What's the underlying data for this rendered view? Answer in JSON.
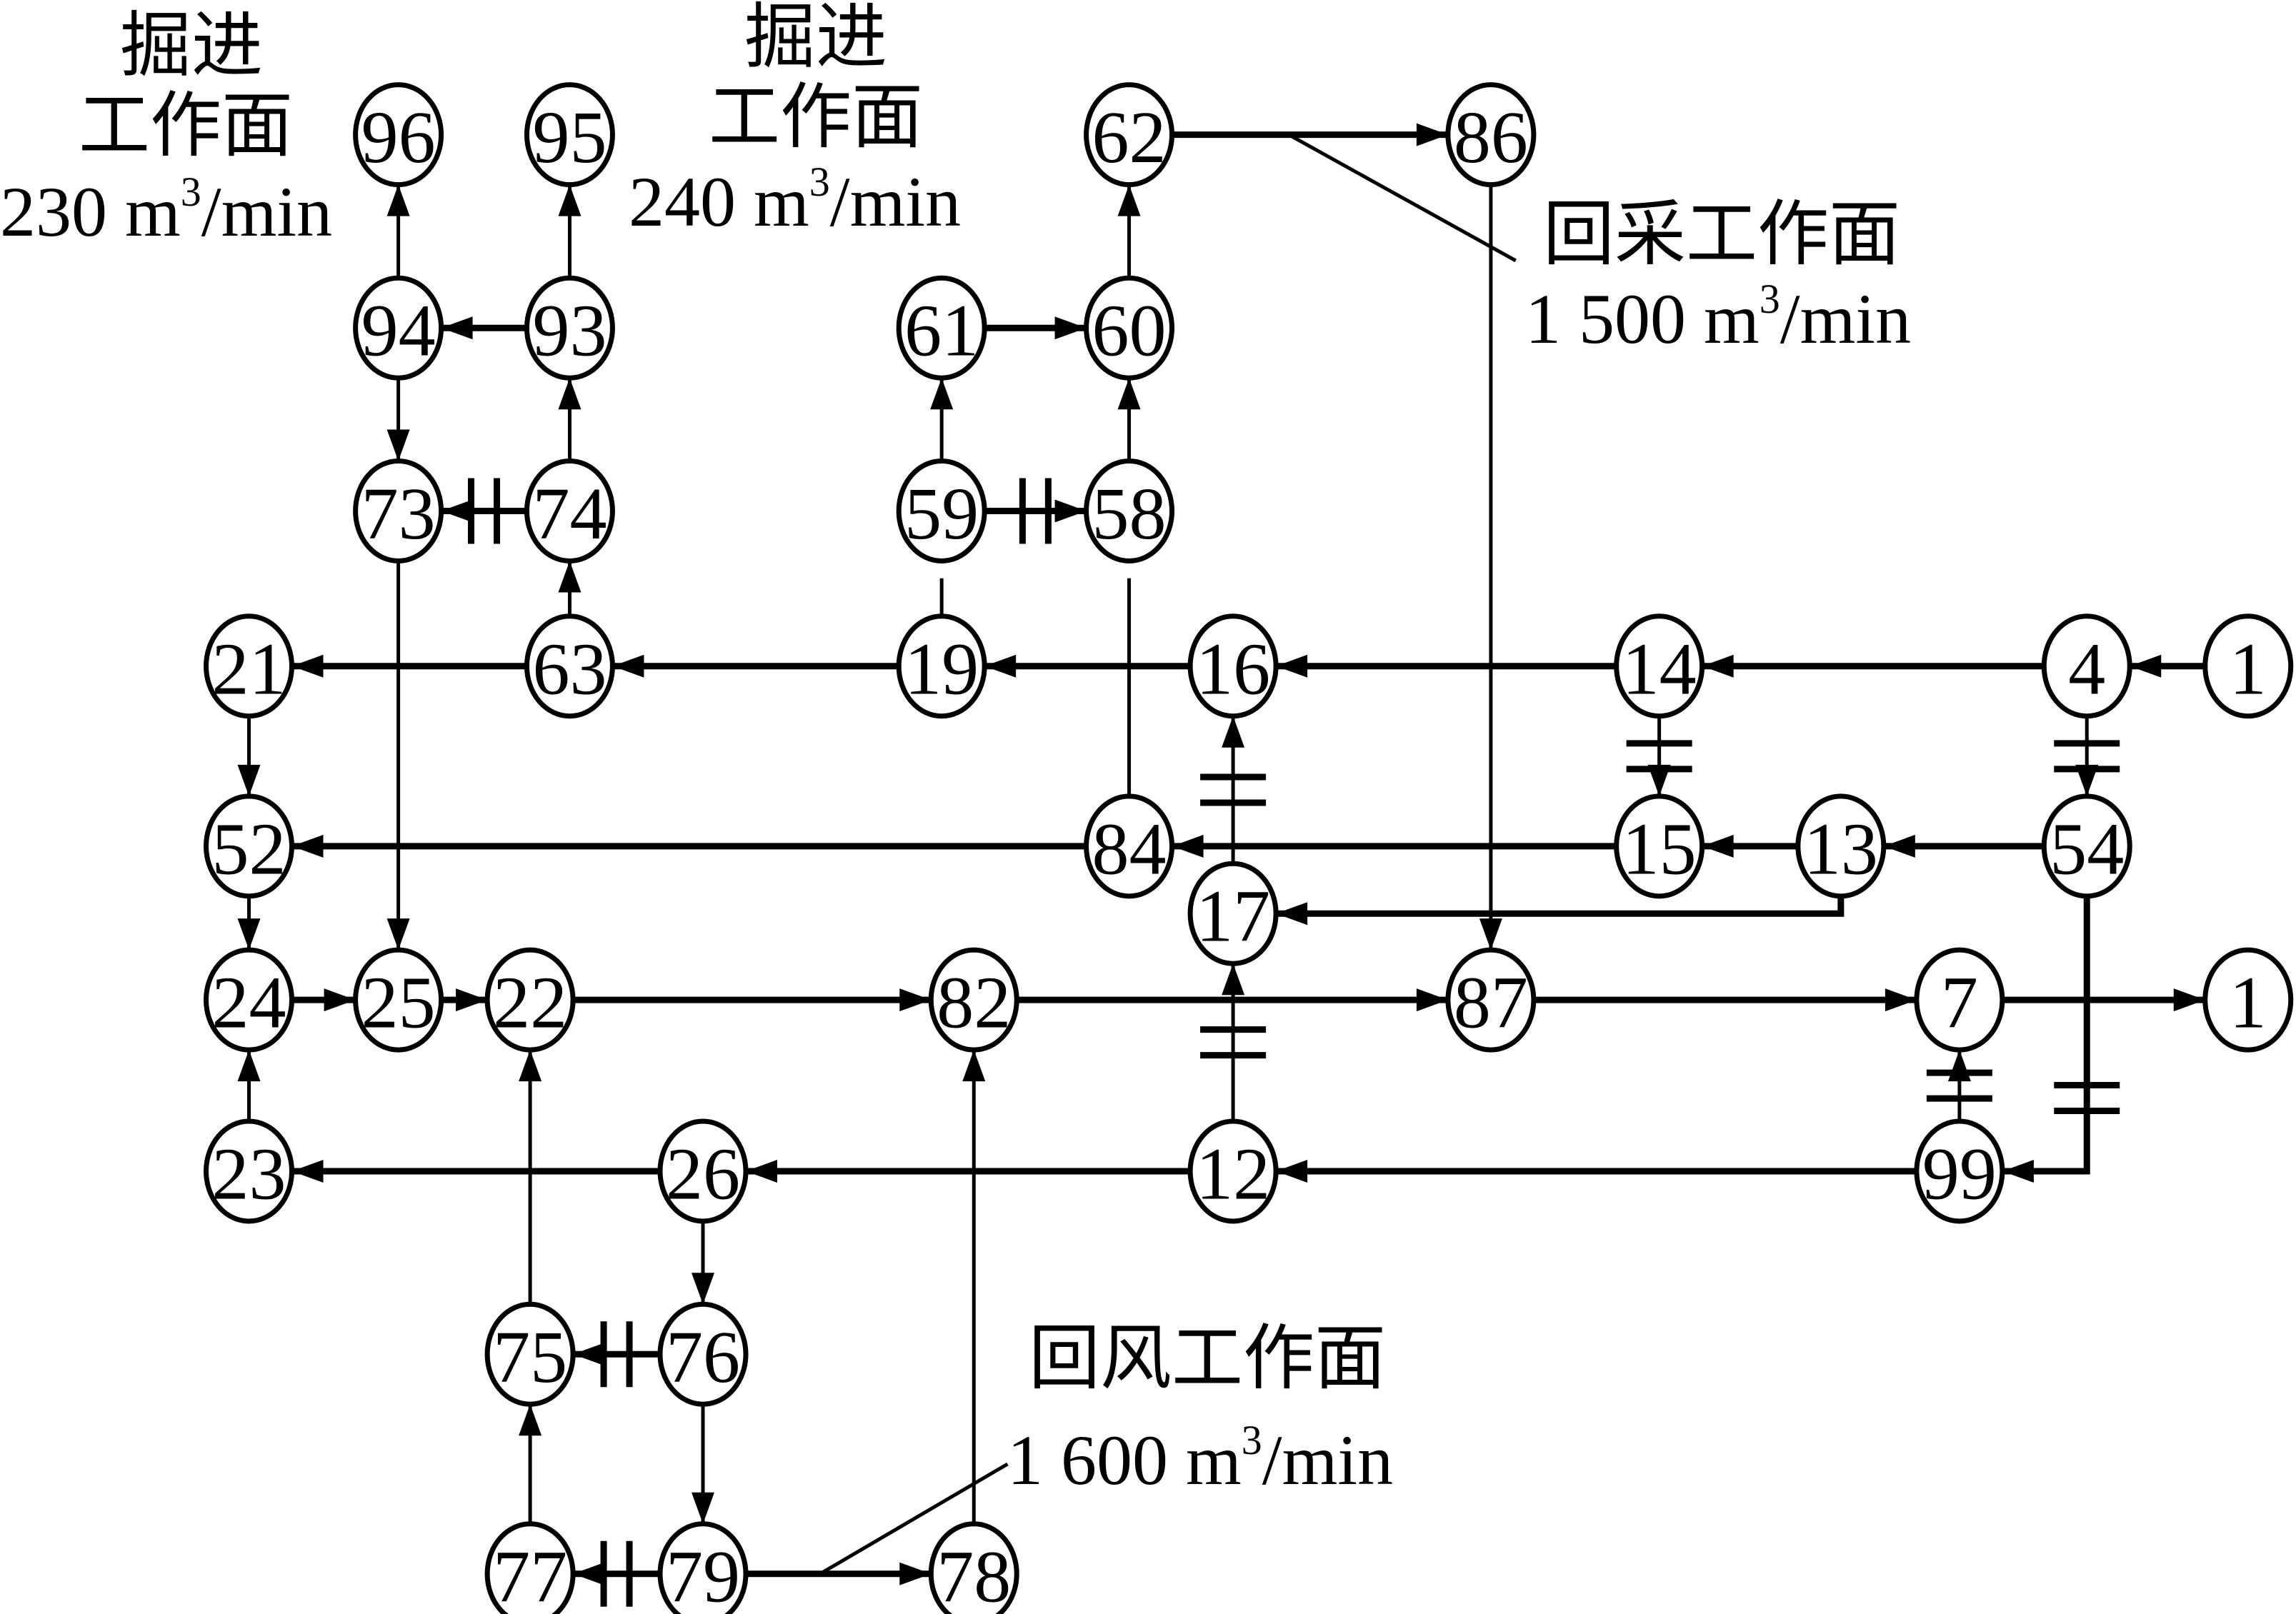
{
  "diagram": {
    "title": "Mine ventilation network topology",
    "colors": {
      "line": "#000000",
      "background": "#ffffff"
    },
    "nodes": [
      {
        "id": "n96",
        "label": "96"
      },
      {
        "id": "n95",
        "label": "95"
      },
      {
        "id": "n62",
        "label": "62"
      },
      {
        "id": "n86",
        "label": "86"
      },
      {
        "id": "n94",
        "label": "94"
      },
      {
        "id": "n93",
        "label": "93"
      },
      {
        "id": "n61",
        "label": "61"
      },
      {
        "id": "n60",
        "label": "60"
      },
      {
        "id": "n73",
        "label": "73"
      },
      {
        "id": "n74",
        "label": "74"
      },
      {
        "id": "n59",
        "label": "59"
      },
      {
        "id": "n58",
        "label": "58"
      },
      {
        "id": "n21",
        "label": "21"
      },
      {
        "id": "n63",
        "label": "63"
      },
      {
        "id": "n19",
        "label": "19"
      },
      {
        "id": "n16",
        "label": "16"
      },
      {
        "id": "n14",
        "label": "14"
      },
      {
        "id": "n4",
        "label": "4"
      },
      {
        "id": "n1a",
        "label": "1"
      },
      {
        "id": "n52",
        "label": "52"
      },
      {
        "id": "n84",
        "label": "84"
      },
      {
        "id": "n15",
        "label": "15"
      },
      {
        "id": "n13",
        "label": "13"
      },
      {
        "id": "n54",
        "label": "54"
      },
      {
        "id": "n17",
        "label": "17"
      },
      {
        "id": "n24",
        "label": "24"
      },
      {
        "id": "n25",
        "label": "25"
      },
      {
        "id": "n22",
        "label": "22"
      },
      {
        "id": "n82",
        "label": "82"
      },
      {
        "id": "n87",
        "label": "87"
      },
      {
        "id": "n7",
        "label": "7"
      },
      {
        "id": "n1b",
        "label": "1"
      },
      {
        "id": "n23",
        "label": "23"
      },
      {
        "id": "n26",
        "label": "26"
      },
      {
        "id": "n12",
        "label": "12"
      },
      {
        "id": "n99",
        "label": "99"
      },
      {
        "id": "n75",
        "label": "75"
      },
      {
        "id": "n76",
        "label": "76"
      },
      {
        "id": "n77",
        "label": "77"
      },
      {
        "id": "n79",
        "label": "79"
      },
      {
        "id": "n78",
        "label": "78"
      }
    ],
    "edges": [
      {
        "from": "n1a",
        "to": "n4",
        "arrow": true
      },
      {
        "from": "n4",
        "to": "n14",
        "arrow": true
      },
      {
        "from": "n14",
        "to": "n16",
        "arrow": true
      },
      {
        "from": "n16",
        "to": "n19",
        "arrow": true
      },
      {
        "from": "n19",
        "to": "n63",
        "arrow": true
      },
      {
        "from": "n63",
        "to": "n21",
        "arrow": true
      },
      {
        "from": "n21",
        "to": "n52",
        "arrow": true
      },
      {
        "from": "n52",
        "to": "n24",
        "arrow": true
      },
      {
        "from": "n23",
        "to": "n24",
        "arrow": true
      },
      {
        "from": "n24",
        "to": "n25",
        "arrow": true
      },
      {
        "from": "n25",
        "to": "n22",
        "arrow": true
      },
      {
        "from": "n22",
        "to": "n82",
        "arrow": true
      },
      {
        "from": "n82",
        "to": "n87",
        "arrow": true
      },
      {
        "from": "n87",
        "to": "n7",
        "arrow": true
      },
      {
        "from": "n7",
        "to": "n1b",
        "arrow": true
      },
      {
        "from": "n4",
        "to": "n54",
        "arrow": true,
        "regulator": true
      },
      {
        "from": "n14",
        "to": "n15",
        "arrow": true,
        "regulator": true
      },
      {
        "from": "n54",
        "to": "n13",
        "arrow": true
      },
      {
        "from": "n13",
        "to": "n15",
        "arrow": true
      },
      {
        "from": "n15",
        "to": "n84",
        "arrow": true
      },
      {
        "from": "n84",
        "to": "n52",
        "arrow": true
      },
      {
        "from": "n13",
        "to": "n17",
        "arrow": true
      },
      {
        "from": "n17",
        "to": "n16",
        "arrow": true,
        "regulator": true
      },
      {
        "from": "n12",
        "to": "n17",
        "arrow": true,
        "regulator": true
      },
      {
        "from": "n99",
        "to": "n12",
        "arrow": true
      },
      {
        "from": "n12",
        "to": "n26",
        "arrow": true
      },
      {
        "from": "n26",
        "to": "n23",
        "arrow": true
      },
      {
        "from": "n54",
        "to": "n99",
        "arrow": true,
        "regulator": true
      },
      {
        "from": "n99",
        "to": "n7",
        "arrow": true,
        "regulator": true
      },
      {
        "from": "n26",
        "to": "n76",
        "arrow": true
      },
      {
        "from": "n76",
        "to": "n75",
        "arrow": true,
        "regulator": true
      },
      {
        "from": "n75",
        "to": "n22",
        "arrow": true
      },
      {
        "from": "n76",
        "to": "n79",
        "arrow": true
      },
      {
        "from": "n77",
        "to": "n75",
        "arrow": true
      },
      {
        "from": "n79",
        "to": "n77",
        "arrow": true,
        "regulator": true
      },
      {
        "from": "n79",
        "to": "n78",
        "arrow": true
      },
      {
        "from": "n78",
        "to": "n82",
        "arrow": true
      },
      {
        "from": "n63",
        "to": "n74",
        "arrow": true
      },
      {
        "from": "n74",
        "to": "n73",
        "arrow": true,
        "regulator": true
      },
      {
        "from": "n74",
        "to": "n93",
        "arrow": true
      },
      {
        "from": "n93",
        "to": "n94",
        "arrow": true
      },
      {
        "from": "n93",
        "to": "n95",
        "arrow": true
      },
      {
        "from": "n94",
        "to": "n96",
        "arrow": true
      },
      {
        "from": "n94",
        "to": "n73",
        "arrow": true
      },
      {
        "from": "n73",
        "to": "n25",
        "arrow": true
      },
      {
        "from": "n19",
        "to": "n59",
        "arrow": false
      },
      {
        "from": "n59",
        "to": "n58",
        "arrow": true,
        "regulator": true
      },
      {
        "from": "n59",
        "to": "n61",
        "arrow": true
      },
      {
        "from": "n61",
        "to": "n60",
        "arrow": true
      },
      {
        "from": "n58",
        "to": "n60",
        "arrow": true
      },
      {
        "from": "n60",
        "to": "n62",
        "arrow": true
      },
      {
        "from": "n62",
        "to": "n86",
        "arrow": true
      },
      {
        "from": "n86",
        "to": "n87",
        "arrow": true
      },
      {
        "from": "n58",
        "to": "n84",
        "arrow": false
      }
    ],
    "annotations": [
      {
        "id": "heading-face-1",
        "lines": [
          "掘进",
          "工作面"
        ],
        "flow_value": "230",
        "flow_unit": "m",
        "flow_unit_sup": "3",
        "flow_unit_suffix": "/min"
      },
      {
        "id": "heading-face-2",
        "lines": [
          "掘进",
          "工作面"
        ],
        "flow_value": "240",
        "flow_unit": "m",
        "flow_unit_sup": "3",
        "flow_unit_suffix": "/min"
      },
      {
        "id": "mining-face",
        "lines": [
          "回采工作面"
        ],
        "flow_value": "1 500",
        "flow_unit": "m",
        "flow_unit_sup": "3",
        "flow_unit_suffix": "/min"
      },
      {
        "id": "return-face",
        "lines": [
          "回风工作面"
        ],
        "flow_value": "1 600",
        "flow_unit": "m",
        "flow_unit_sup": "3",
        "flow_unit_suffix": "/min"
      }
    ]
  }
}
